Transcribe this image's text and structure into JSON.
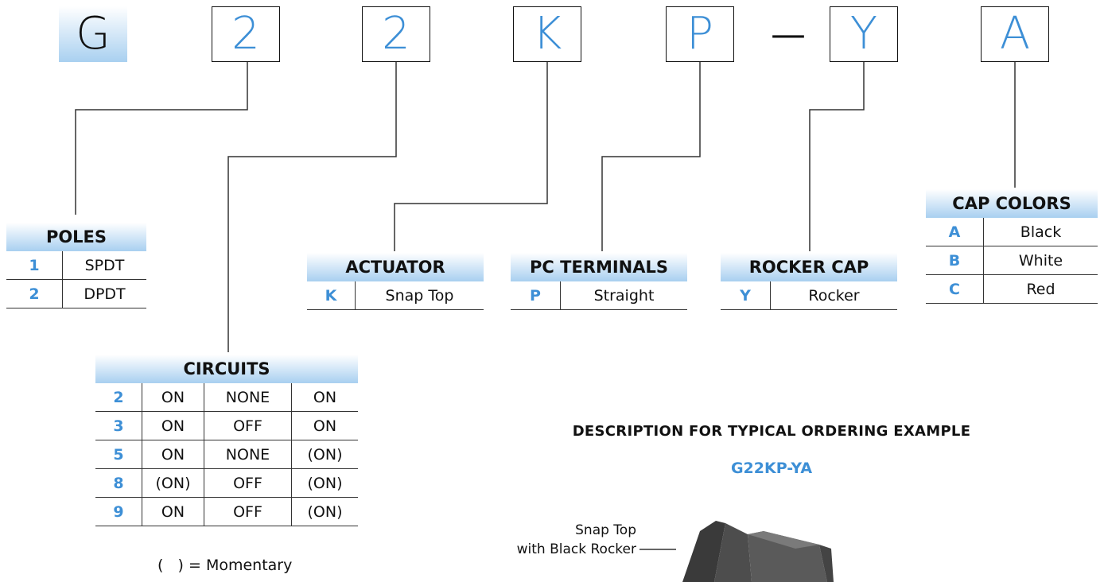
{
  "part_code": {
    "segments": [
      "G",
      "2",
      "2",
      "K",
      "P",
      "Y",
      "A"
    ],
    "separator": "—"
  },
  "poles": {
    "title": "POLES",
    "rows": [
      {
        "code": "1",
        "value": "SPDT"
      },
      {
        "code": "2",
        "value": "DPDT"
      }
    ]
  },
  "actuator": {
    "title": "ACTUATOR",
    "rows": [
      {
        "code": "K",
        "value": "Snap Top"
      }
    ]
  },
  "pc_terminals": {
    "title": "PC TERMINALS",
    "rows": [
      {
        "code": "P",
        "value": "Straight"
      }
    ]
  },
  "rocker_cap": {
    "title": "ROCKER CAP",
    "rows": [
      {
        "code": "Y",
        "value": "Rocker"
      }
    ]
  },
  "cap_colors": {
    "title": "CAP COLORS",
    "rows": [
      {
        "code": "A",
        "value": "Black"
      },
      {
        "code": "B",
        "value": "White"
      },
      {
        "code": "C",
        "value": "Red"
      }
    ]
  },
  "circuits": {
    "title": "CIRCUITS",
    "rows": [
      {
        "code": "2",
        "pos1": "ON",
        "pos2": "NONE",
        "pos3": "ON"
      },
      {
        "code": "3",
        "pos1": "ON",
        "pos2": "OFF",
        "pos3": "ON"
      },
      {
        "code": "5",
        "pos1": "ON",
        "pos2": "NONE",
        "pos3": "(ON)"
      },
      {
        "code": "8",
        "pos1": "(ON)",
        "pos2": "OFF",
        "pos3": "(ON)"
      },
      {
        "code": "9",
        "pos1": "ON",
        "pos2": "OFF",
        "pos3": "(ON)"
      }
    ],
    "note": "(   ) = Momentary"
  },
  "description": {
    "title": "DESCRIPTION FOR TYPICAL ORDERING EXAMPLE",
    "code": "G22KP-YA"
  },
  "callout": {
    "line1": "Snap Top",
    "line2": "with Black Rocker"
  },
  "colors": {
    "accent": "#3d8fd6",
    "header_gradient_end": "#a8cff0"
  }
}
